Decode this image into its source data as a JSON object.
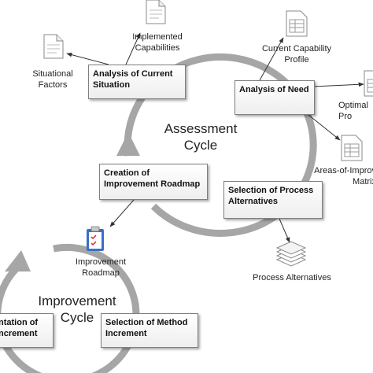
{
  "assessment_cycle": {
    "title": "Assessment\nCycle"
  },
  "improvement_cycle": {
    "title": "Improvement\nCycle"
  },
  "boxes": {
    "analysis_current": "Analysis of Current\nSituation",
    "analysis_need": "Analysis of Need",
    "creation_roadmap": "Creation of\nImprovement Roadmap",
    "selection_process": "Selection of Process\nAlternatives",
    "selection_method": "Selection of Method\nIncrement",
    "implementation": "ntation of\nncrement"
  },
  "artifacts": {
    "implemented_capabilities": "Implemented\nCapabilities",
    "situational_factors": "Situational\nFactors",
    "current_capability_profile": "Current Capability\nProfile",
    "optimal_profile": "Optimal\nPro",
    "areas_matrix": "Areas-of-Improv\nMatrix",
    "process_alternatives": "Process Alternatives",
    "improvement_roadmap": "Improvement\nRoadmap"
  },
  "icons": {
    "document": "document-icon",
    "table_document": "table-document-icon",
    "stacked_documents": "stacked-documents-icon",
    "clipboard": "clipboard-icon"
  },
  "colors": {
    "cycle_arrow": "#a6a6a6",
    "box_border": "#7f7f7f",
    "connector": "#333333",
    "clipboard_blue": "#3a6fc4"
  }
}
